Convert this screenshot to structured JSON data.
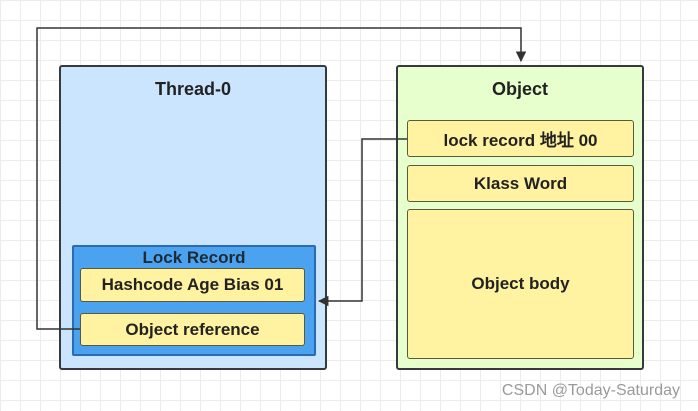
{
  "thread": {
    "title": "Thread-0",
    "lock_record": {
      "title": "Lock Record",
      "fields": [
        "Hashcode Age Bias 01",
        "Object reference"
      ]
    }
  },
  "object": {
    "title": "Object",
    "fields": [
      "lock record 地址 00",
      "Klass Word",
      "Object body"
    ]
  },
  "colors": {
    "thread_fill": "#cce5ff",
    "lock_record_fill": "#4ba3ef",
    "object_fill": "#e6ffcc",
    "field_fill": "#fff2a0",
    "outline": "#36393d"
  },
  "watermark": "CSDN @Today-Saturday"
}
